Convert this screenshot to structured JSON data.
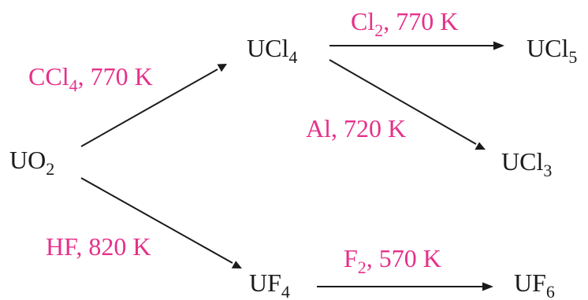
{
  "colors": {
    "species": "#1a1a1a",
    "conditions": "#e6308a",
    "background": "#ffffff"
  },
  "species": {
    "uo2": {
      "base": "UO",
      "sub": "2"
    },
    "ucl4": {
      "base": "UCl",
      "sub": "4"
    },
    "ucl5": {
      "base": "UCl",
      "sub": "5"
    },
    "ucl3": {
      "base": "UCl",
      "sub": "3"
    },
    "uf4": {
      "base": "UF",
      "sub": "4"
    },
    "uf6": {
      "base": "UF",
      "sub": "6"
    }
  },
  "conditions": {
    "uo2_to_ucl4": {
      "reagent": "CCl",
      "sub": "4",
      "rest": ", 770 K"
    },
    "ucl4_to_ucl5": {
      "reagent": "Cl",
      "sub": "2",
      "rest": ", 770 K"
    },
    "ucl4_to_ucl3": {
      "reagent": "Al, 720 K",
      "sub": "",
      "rest": ""
    },
    "uo2_to_uf4": {
      "reagent": "HF, 820 K",
      "sub": "",
      "rest": ""
    },
    "uf4_to_uf6": {
      "reagent": "F",
      "sub": "2",
      "rest": ", 570 K"
    }
  }
}
